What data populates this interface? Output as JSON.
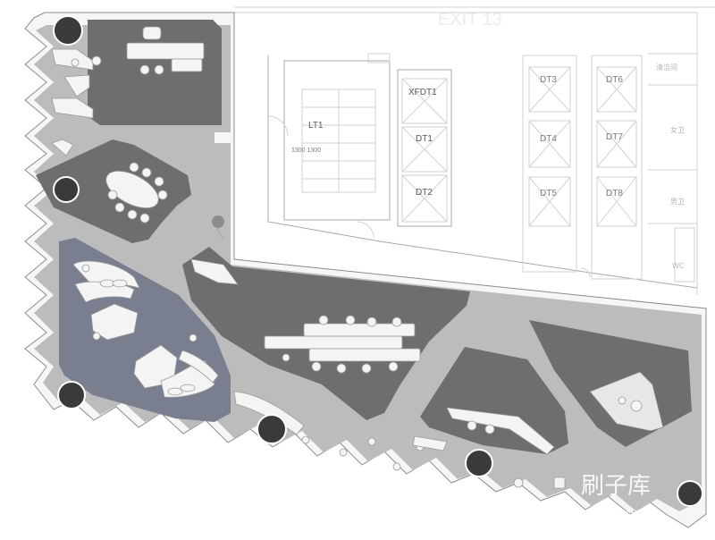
{
  "core": {
    "stair_label": "LT1",
    "stair_dims": "1300  1300",
    "shafts": [
      "XFDT1",
      "DT1",
      "DT2"
    ],
    "elevators_col_a": [
      "DT3",
      "DT4",
      "DT5"
    ],
    "elevators_col_b": [
      "DT6",
      "DT7",
      "DT8"
    ],
    "side_labels": [
      "清洁间",
      "女卫",
      "男卫",
      "WC"
    ],
    "faded_heading": "EXIT 13"
  },
  "watermark": {
    "brand": "刷子库",
    "url": "shuaziku.com"
  },
  "colors": {
    "floor": "#bdbcbd",
    "zone_dark": "#6f6d6f",
    "zone_blue": "#7a7f8f",
    "furniture": "#f4f4f4",
    "column": "#3a3a3a"
  }
}
